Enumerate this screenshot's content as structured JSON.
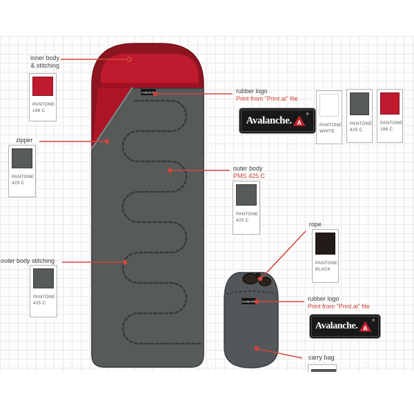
{
  "labels": {
    "inner_body_line1": "inner body",
    "inner_body_line2": "& stitching",
    "zipper": "zipper",
    "outer_body_stitching": "outer body stitching",
    "outer_body_line1": "outer body",
    "outer_body_line2": "PMS 425 C",
    "rubber_logo_top_line1": "rubber logo",
    "rubber_logo_top_line2": "Print from \"Print.ai\" file",
    "rope": "rope",
    "rubber_logo_bag_line1": "rubber logo",
    "rubber_logo_bag_line2": "Print from \"Print.ai\" file",
    "carry_bag": "carry bag"
  },
  "swatches": {
    "inner_body": {
      "brand": "PANTONE",
      "code": "186 C",
      "color": "#c01a2e"
    },
    "zipper": {
      "brand": "PANTONE",
      "code": "425 C",
      "color": "#565a58"
    },
    "outer_body_stitching": {
      "brand": "PANTONE",
      "code": "425 C",
      "color": "#565a58"
    },
    "outer_body": {
      "brand": "PANTONE",
      "code": "425 C",
      "color": "#565a58"
    },
    "white": {
      "brand": "PANTONE",
      "code": "WHITE",
      "color": "#ffffff"
    },
    "gray": {
      "brand": "PANTONE",
      "code": "425 C",
      "color": "#565a58"
    },
    "red": {
      "brand": "PANTONE",
      "code": "186 C",
      "color": "#c01a2e"
    },
    "rope": {
      "brand": "PANTONE",
      "code": "BLACK",
      "color": "#221b18"
    }
  },
  "logo": {
    "brand": "Avalanche.",
    "mark": "A",
    "registered": "®"
  },
  "bag_tag_text": "Avalanche",
  "colors": {
    "leader_red": "#cf463c",
    "hood_maroon": "#8c1520",
    "inner_red": "#bf1a2d",
    "body_gray": "#565a58",
    "stitch_dark": "#34383a"
  }
}
